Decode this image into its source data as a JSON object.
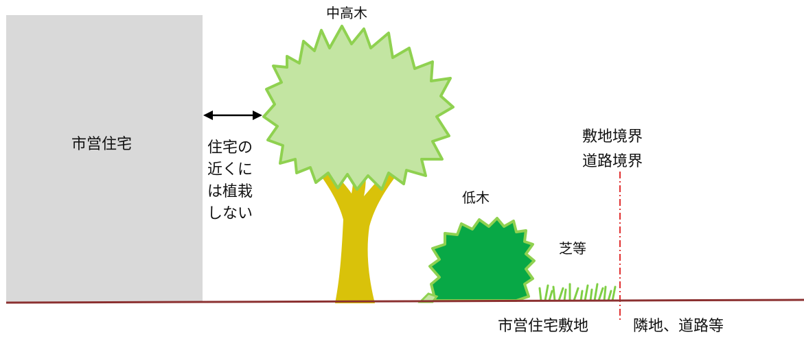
{
  "diagram": {
    "building_label": "市営住宅",
    "tall_tree_label": "中高木",
    "distance_note_lines": [
      "住宅の",
      "近くに",
      "は植栽",
      "しない"
    ],
    "shrub_label": "低木",
    "grass_label": "芝等",
    "boundary_labels": [
      "敷地境界",
      "道路境界"
    ],
    "site_label": "市営住宅敷地",
    "neighbor_label": "隣地、道路等"
  },
  "colors": {
    "building": "#d9d9d9",
    "tree_crown_fill": "#c3e5a2",
    "tree_crown_outline": "#8fd150",
    "trunk": "#d9c20a",
    "shrub_fill": "#08a846",
    "shrub_outline": "#8fd150",
    "grass": "#7fcf45",
    "ground_line": "#8b3030",
    "boundary_line": "#e03030"
  }
}
